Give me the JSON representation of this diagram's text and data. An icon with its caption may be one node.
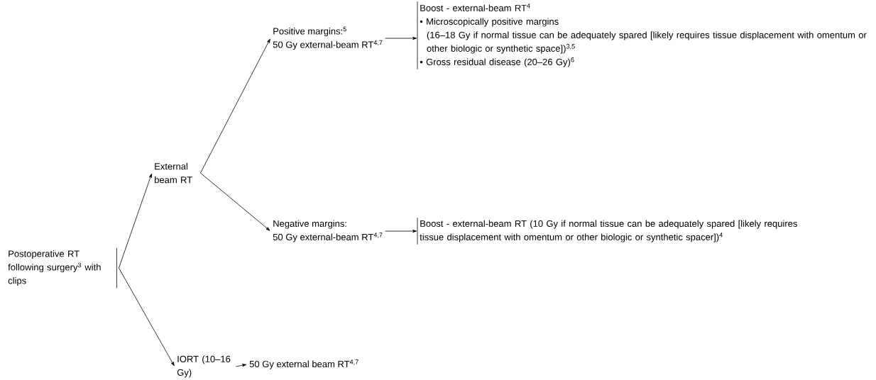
{
  "diagram": {
    "nodes": [
      {
        "text": [
          "Postoperative RT following surgery$^{3}$ with clips"
        ]
      },
      {
        "text": [
          "External beam RT"
        ]
      },
      {
        "text": [
          "IORT (10–16 Gy)"
        ]
      },
      {
        "text": [
          "Positive margins:$^{5}$",
          "50 Gy external-beam RT$^{4,7}$"
        ]
      },
      {
        "text": [
          "Negative margins:",
          "50 Gy external-beam RT$^{4,7}$"
        ]
      },
      {
        "text": [
          "Boost - external-beam RT$^{4}$",
          "• Microscopically positive margins",
          "(16–18 Gy if normal tissue can be adequately spared [likely requires tissue displacement with omentum or other biologic or synthetic space])$^{3,5}$",
          "• Gross residual disease (20–26 Gy)$^{6}$"
        ]
      },
      {
        "text": [
          "Boost - external-beam RT (10 Gy if normal tissue can be adequately spared [likely requires tissue displacement with omentum or other biologic or synthetic spacer])$^{4}$"
        ]
      },
      {
        "text": [
          "50 Gy external beam RT$^{4,7}$"
        ]
      }
    ],
    "edges": [
      {
        "from": 0,
        "to": 1,
        "arrow": "to"
      },
      {
        "from": 0,
        "to": 2,
        "arrow": "to"
      },
      {
        "from": 1,
        "to": 3,
        "arrow": "to"
      },
      {
        "from": 1,
        "to": 4,
        "arrow": "to"
      },
      {
        "from": 3,
        "to": 5,
        "arrow": "to"
      },
      {
        "from": 4,
        "to": 6,
        "arrow": "to"
      },
      {
        "from": 2,
        "to": 7,
        "arrow": "to"
      }
    ]
  }
}
